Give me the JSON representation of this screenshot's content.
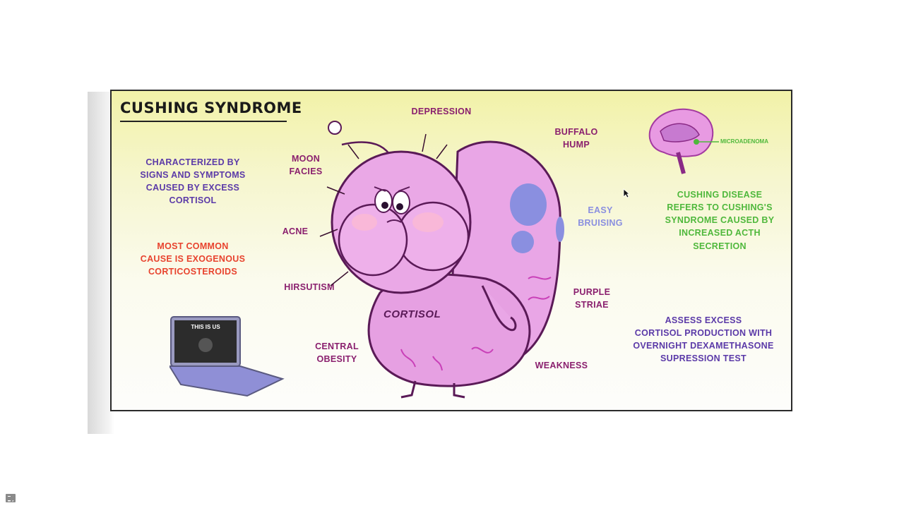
{
  "slide": {
    "title": "CUSHING SYNDROME",
    "characterized": "CHARACTERIZED BY\nSIGNS AND SYMPTOMS\nCAUSED BY EXCESS\nCORTISOL",
    "common_cause": "MOST COMMON\nCAUSE IS EXOGENOUS\nCORTICOSTEROIDS",
    "cushing_disease": "CUSHING DISEASE\nREFERS TO CUSHING'S\nSYNDROME CAUSED BY\nINCREASED ACTH\nSECRETION",
    "assess": "ASSESS EXCESS\nCORTISOL PRODUCTION WITH\nOVERNIGHT DEXAMETHASONE\nSUPRESSION TEST",
    "microadenoma": "MICROADENOMA",
    "cortisol": "CORTISOL",
    "laptop_screen": "THIS IS US",
    "symptoms": {
      "depression": "DEPRESSION",
      "buffalo_hump": "BUFFALO\nHUMP",
      "moon_facies": "MOON\nFACIES",
      "acne": "ACNE",
      "easy_bruising": "EASY\nBRUISING",
      "hirsutism": "HIRSUTISM",
      "purple_striae": "PURPLE\nSTRIAE",
      "central_obesity": "CENTRAL\nOBESITY",
      "weakness": "WEAKNESS"
    }
  },
  "nav": {
    "prev_icon": "arrow-left-icon",
    "pen_icon": "pencil-icon",
    "menu_icon": "slide-menu-icon",
    "next_icon": "arrow-right-icon"
  },
  "colors": {
    "purple_text": "#5b3aa8",
    "red_text": "#e8432e",
    "green_text": "#4fb83c",
    "magenta_text": "#8a1f6e",
    "lavender_text": "#8a8fe0",
    "body_pink": "#e9a6e6"
  }
}
